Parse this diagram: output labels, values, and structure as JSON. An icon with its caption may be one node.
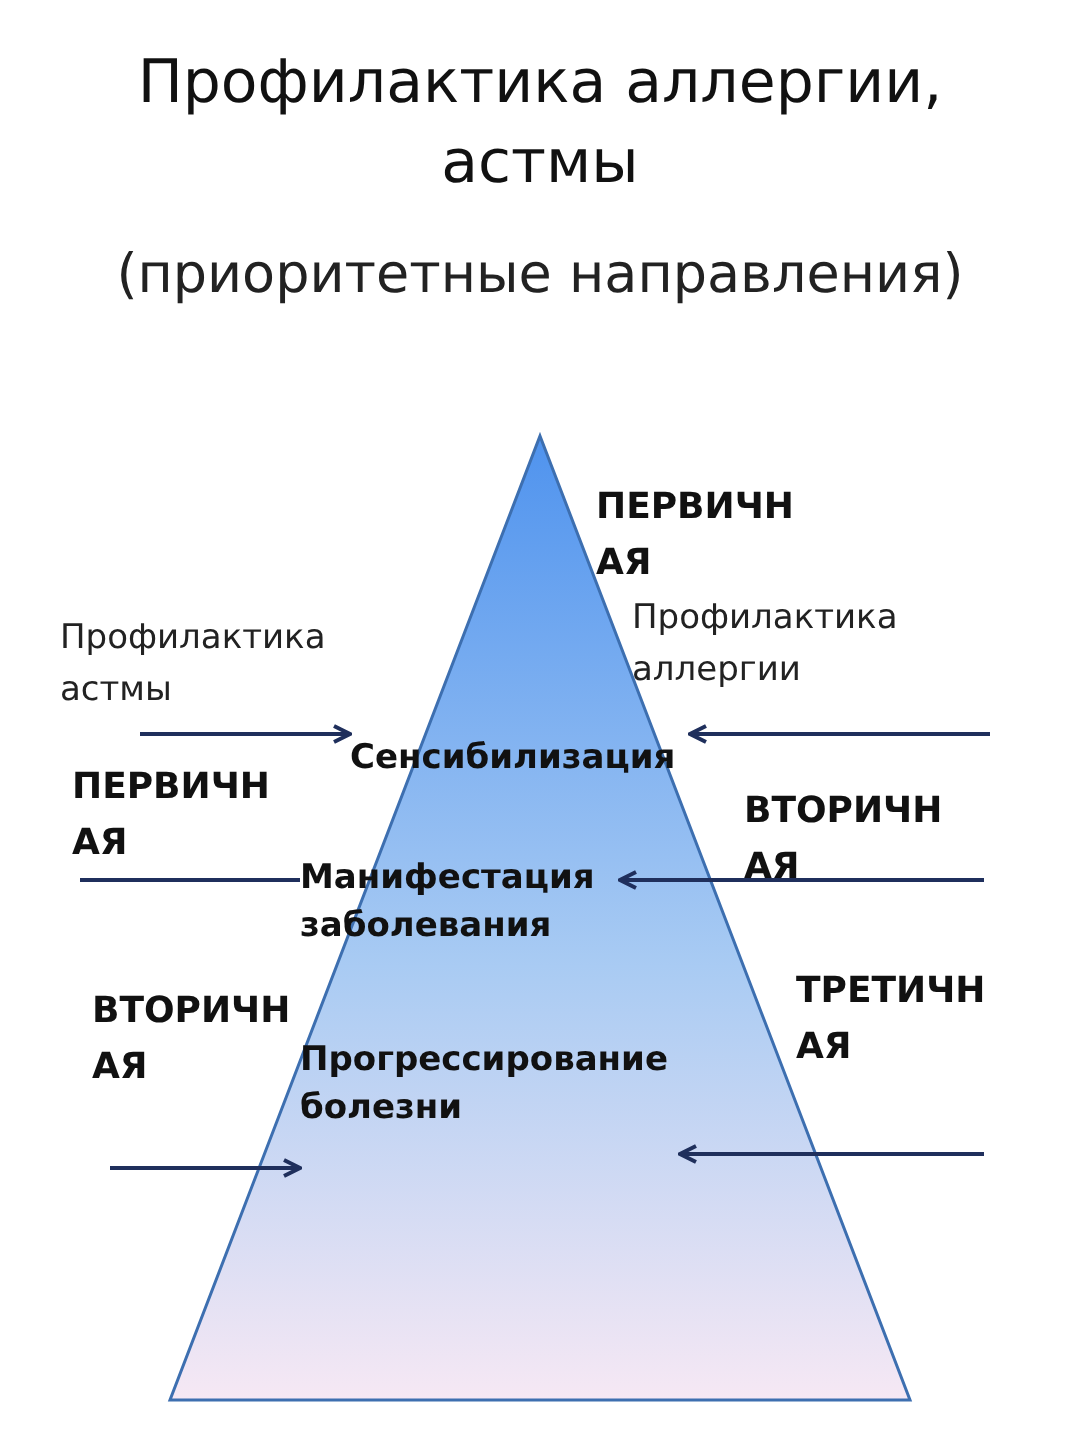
{
  "diagram": {
    "title": "Профилактика аллергии, астмы",
    "nodes": [
      {
        "text": [],
        "shape": "triangle"
      },
      {
        "text": [
          "Сенсибилизация"
        ],
        "in": 0
      },
      {
        "text": [
          "Манифестация заболевания"
        ],
        "in": 0
      },
      {
        "text": [
          "Прогрессирование болезни"
        ],
        "in": 0
      }
    ],
    "edges": [
      {
        "from": null,
        "to": 1,
        "arrow": "to"
      },
      {
        "from": null,
        "to": 1,
        "arrow": "to"
      },
      {
        "from": null,
        "to": 2,
        "arrow": "none"
      },
      {
        "from": null,
        "to": 2,
        "arrow": "to"
      },
      {
        "from": null,
        "to": 3,
        "arrow": "to"
      },
      {
        "from": null,
        "to": 3,
        "arrow": "to"
      }
    ],
    "labels": [
      "(приоритетные направления)",
      "ПЕРВИЧН АЯ",
      "Профилактика астмы",
      "Профилактика аллергии",
      "ПЕРВИЧН АЯ",
      "ВТОРИЧН АЯ",
      "ВТОРИЧН АЯ",
      "ТРЕТИЧН АЯ"
    ]
  }
}
